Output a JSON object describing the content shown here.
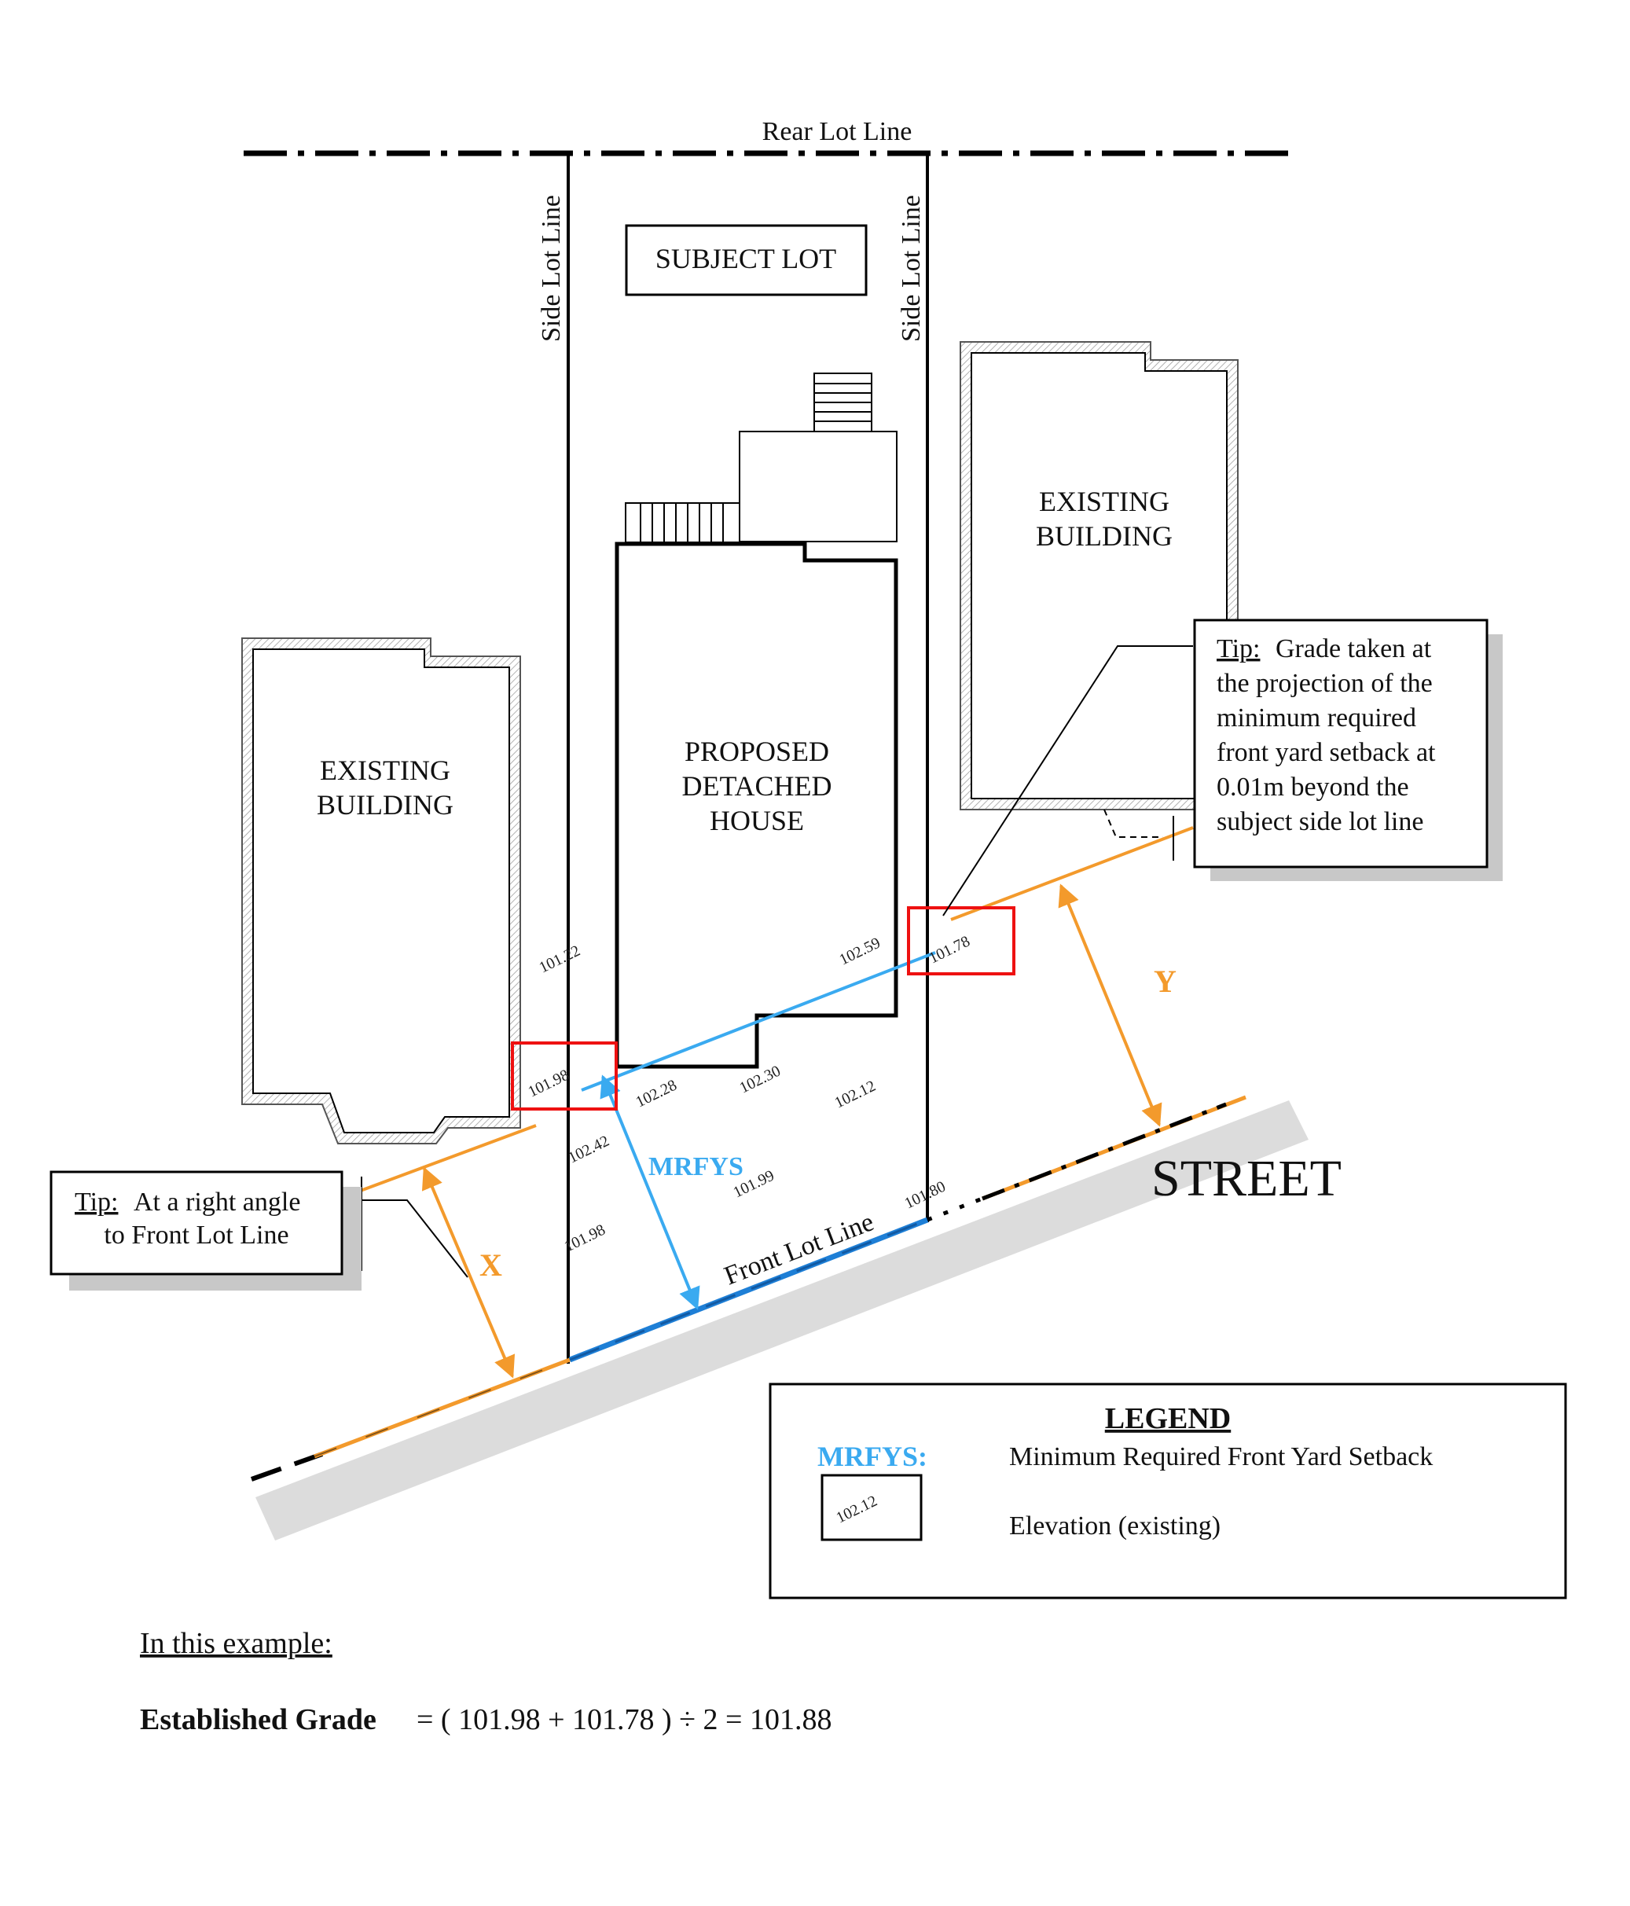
{
  "labels": {
    "rear_lot_line": "Rear Lot Line",
    "side_lot_line_left": "Side Lot Line",
    "side_lot_line_right": "Side Lot Line",
    "subject_lot": "SUBJECT LOT",
    "proposed_house": [
      "PROPOSED",
      "DETACHED",
      "HOUSE"
    ],
    "existing_building_left": [
      "EXISTING",
      "BUILDING"
    ],
    "existing_building_right": [
      "EXISTING",
      "BUILDING"
    ],
    "front_lot_line": "Front Lot Line",
    "street": "STREET",
    "x": "X",
    "y": "Y",
    "mrfys": "MRFYS"
  },
  "elevations": [
    "101.22",
    "102.59",
    "101.78",
    "101.98",
    "102.28",
    "102.30",
    "102.12",
    "102.42",
    "101.99",
    "101.98",
    "101.80"
  ],
  "tip_right": {
    "heading": "Tip:",
    "lines": [
      "Grade taken at",
      "the projection of the",
      "minimum required",
      "front yard setback at",
      "0.01m beyond the",
      "subject side lot line"
    ]
  },
  "tip_left": {
    "heading": "Tip:",
    "lines": [
      "At a right angle",
      "to Front Lot Line"
    ]
  },
  "legend": {
    "title": "LEGEND",
    "items": [
      {
        "key": "MRFYS:",
        "desc": "Minimum Required Front Yard Setback"
      },
      {
        "key": "102.12",
        "desc": "Elevation (existing)"
      }
    ]
  },
  "footer": {
    "example_heading": "In this example:",
    "established_grade_label": "Established Grade",
    "established_grade_formula": "= ( 101.98 + 101.78 ) ÷ 2 = 101.88"
  },
  "colors": {
    "mrfys_blue": "#3aaaf0",
    "setback_orange": "#f39a2c",
    "highlight_red": "#ee1111",
    "front_lot_line_blue": "#1e7fd6"
  }
}
